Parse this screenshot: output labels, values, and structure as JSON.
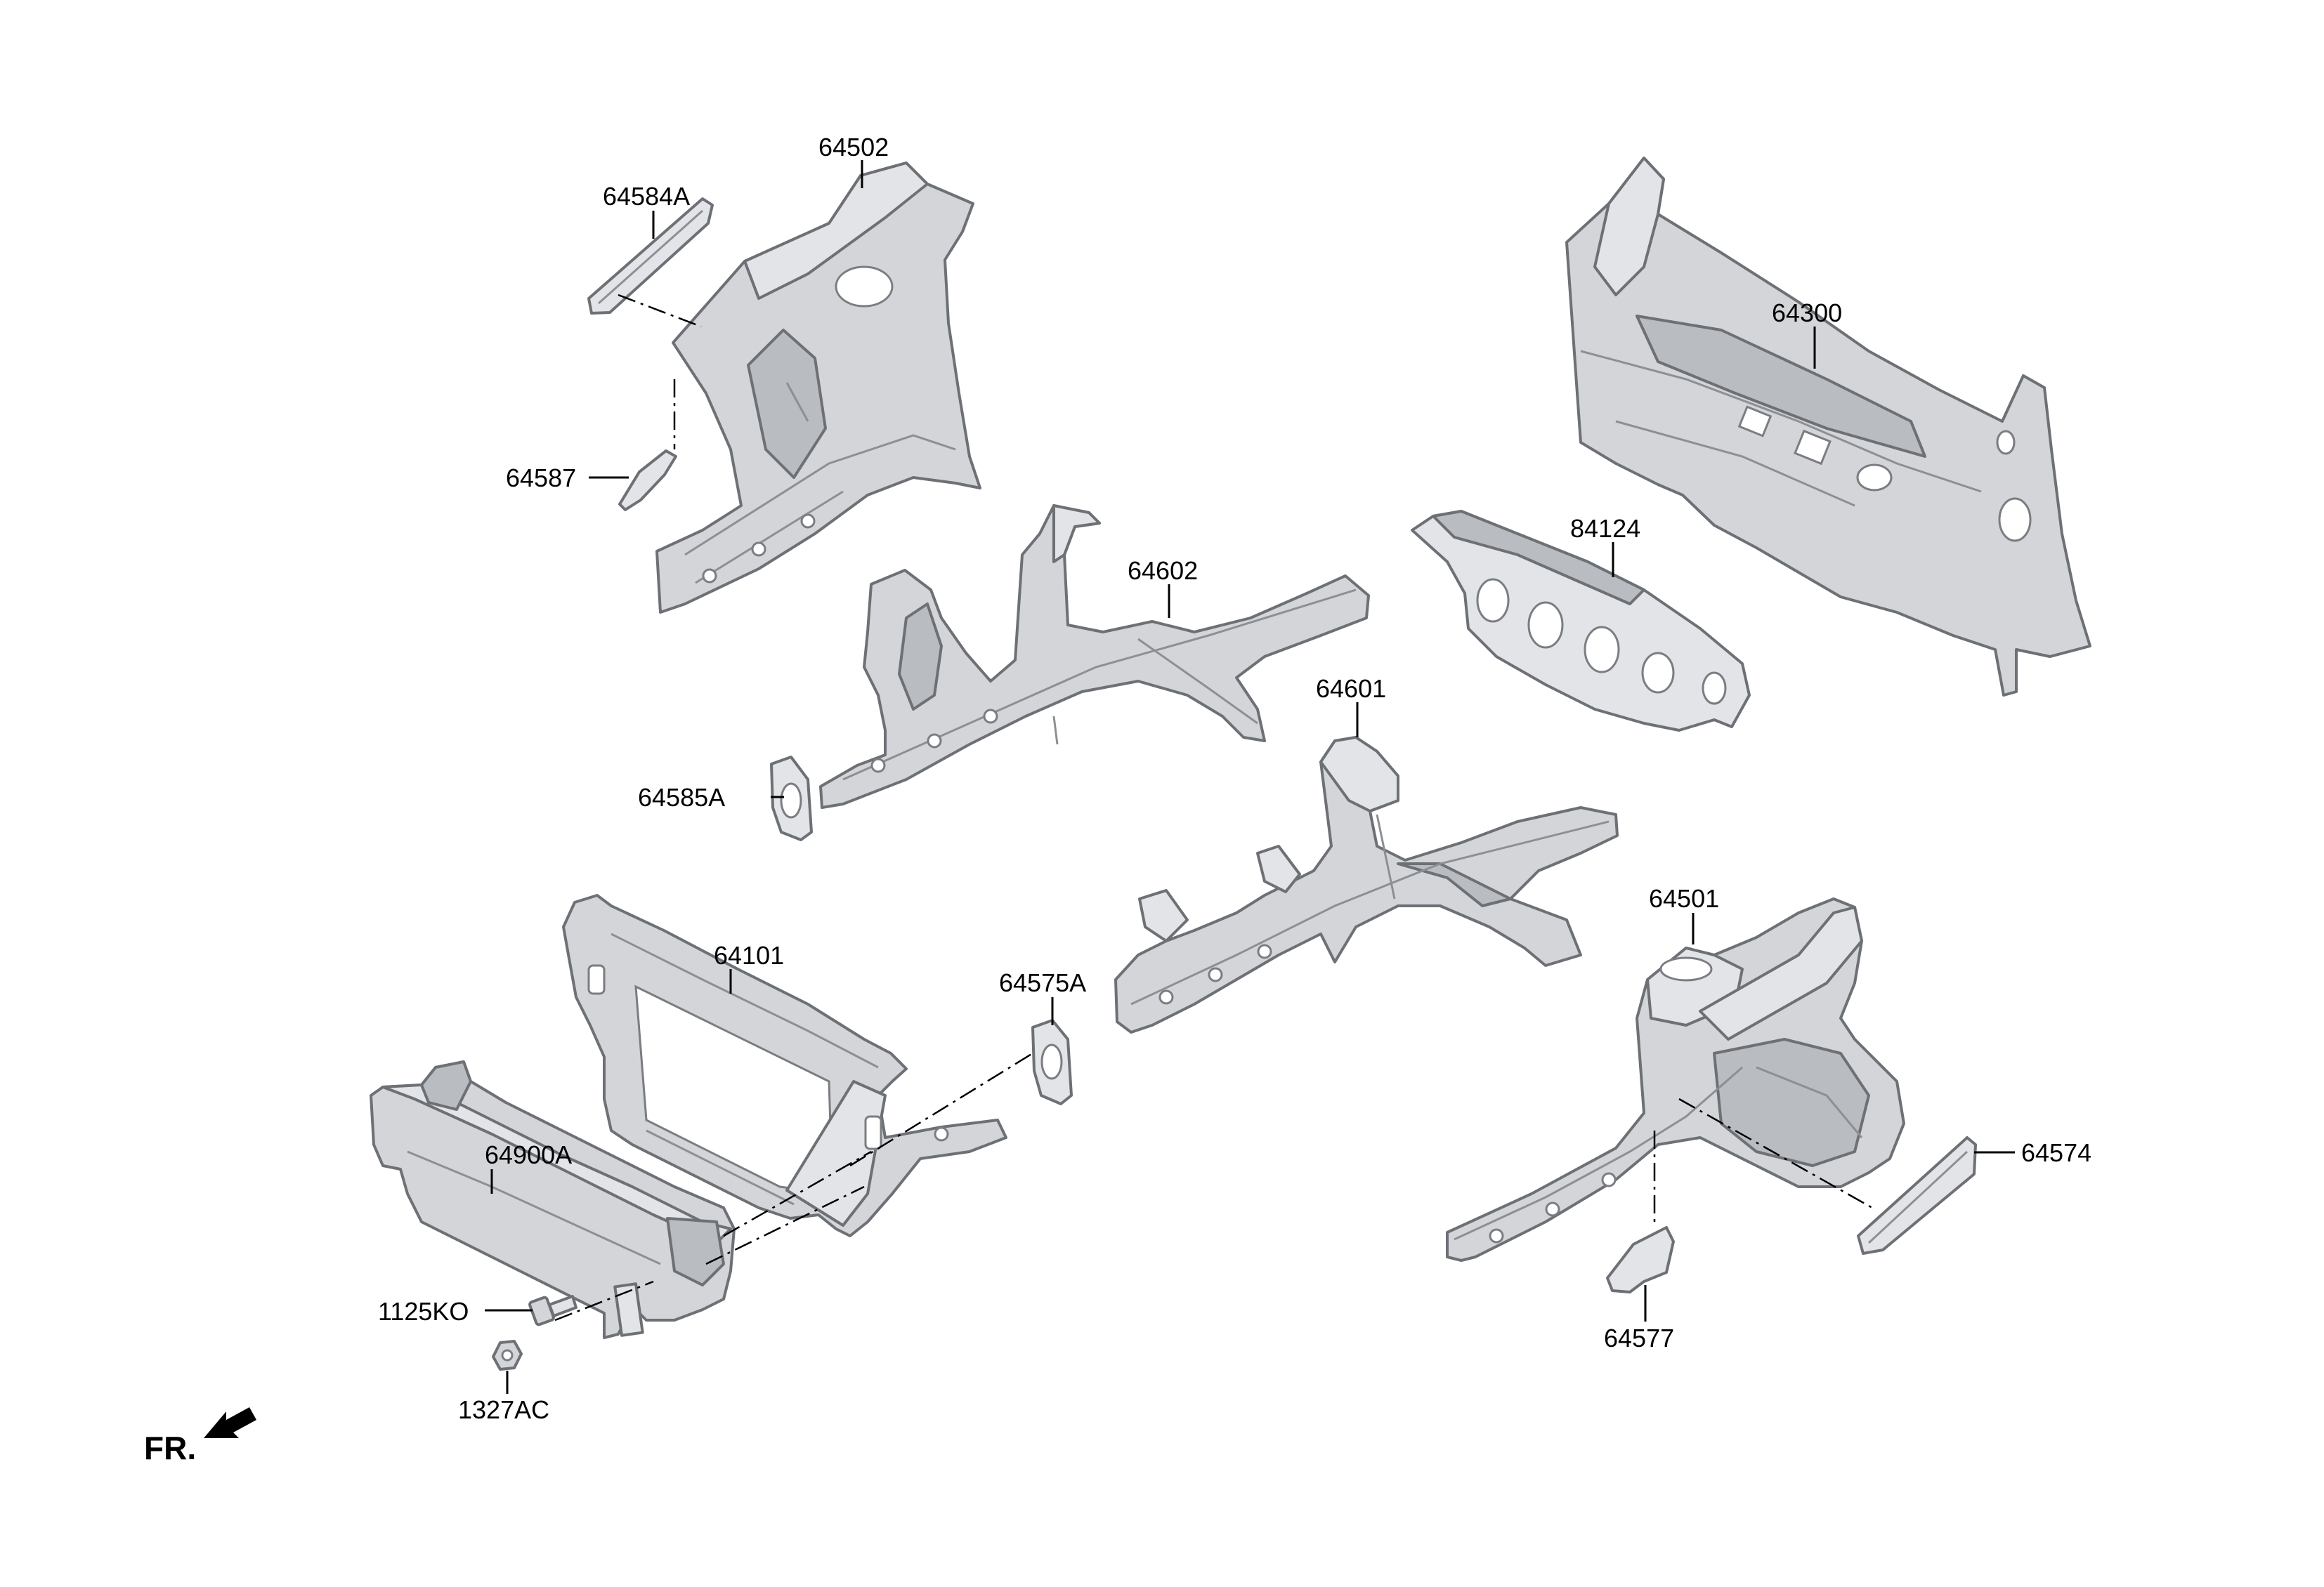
{
  "callouts": {
    "c64584A": "64584A",
    "c64502": "64502",
    "c64587": "64587",
    "c64300": "64300",
    "c84124": "84124",
    "c64602": "64602",
    "c64585A": "64585A",
    "c64601": "64601",
    "c64101": "64101",
    "c64575A": "64575A",
    "c64501": "64501",
    "c64900A": "64900A",
    "c64574": "64574",
    "c1125KO": "1125KO",
    "c1327AC": "1327AC",
    "c64577": "64577"
  },
  "orientation": {
    "label": "FR."
  },
  "colors": {
    "part_fill": "#d3d5d8",
    "part_outline": "#6d7075",
    "text": "#000000",
    "background": "#ffffff"
  }
}
